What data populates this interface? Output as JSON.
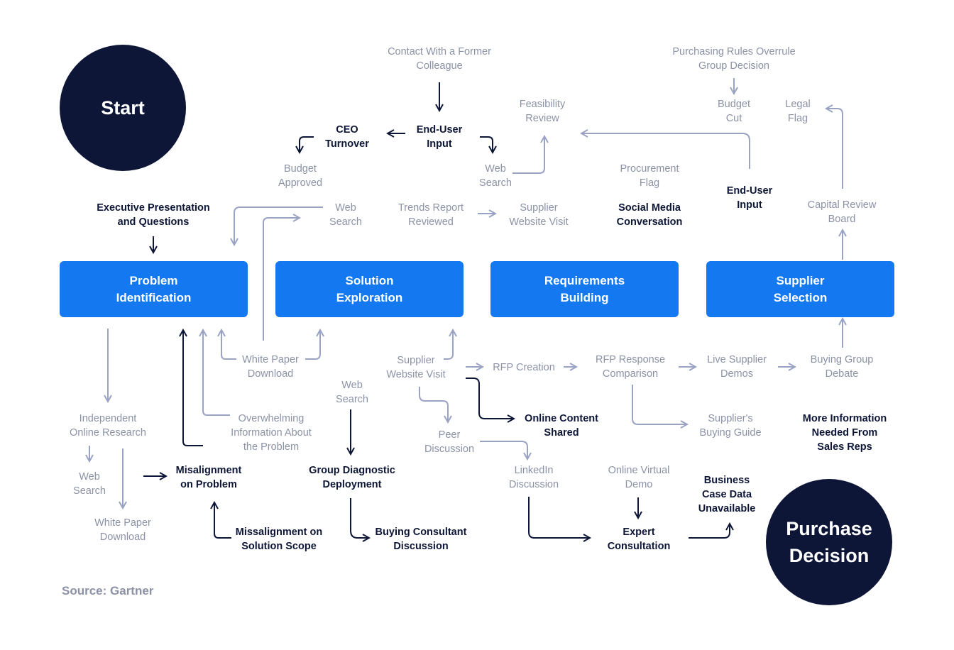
{
  "start": "Start",
  "end": "Purchase\nDecision",
  "source": "Source: Gartner",
  "stages": {
    "problem": "Problem\nIdentification",
    "solution": "Solution\nExploration",
    "requirements": "Requirements\nBuilding",
    "supplier": "Supplier\nSelection"
  },
  "nodes": {
    "contact_former_colleague": "Contact With a Former\nColleague",
    "end_user_input_top": "End-User\nInput",
    "ceo_turnover": "CEO\nTurnover",
    "budget_approved": "Budget\nApproved",
    "web_search_top_right": "Web\nSearch",
    "feasibility_review": "Feasibility\nReview",
    "exec_presentation": "Executive Presentation\nand Questions",
    "web_search_top_mid": "Web\nSearch",
    "trends_report": "Trends Report\nReviewed",
    "supplier_website_top": "Supplier\nWebsite Visit",
    "procurement_flag": "Procurement\nFlag",
    "social_media": "Social Media\nConversation",
    "purchasing_rules": "Purchasing Rules Overrule\nGroup Decision",
    "budget_cut": "Budget\nCut",
    "legal_flag": "Legal\nFlag",
    "end_user_input_right": "End-User\nInput",
    "capital_review": "Capital Review\nBoard",
    "white_paper_download_mid": "White Paper\nDownload",
    "supplier_website_mid": "Supplier\nWebsite Visit",
    "rfp_creation": "RFP Creation",
    "rfp_response": "RFP Response\nComparison",
    "live_supplier_demos": "Live Supplier\nDemos",
    "buying_group_debate": "Buying Group\nDebate",
    "independent_research": "Independent\nOnline Research",
    "overwhelming_info": "Overwhelming\nInformation About\nthe Problem",
    "web_search_mid": "Web\nSearch",
    "online_content_shared": "Online Content\nShared",
    "suppliers_buying_guide": "Supplier's\nBuying Guide",
    "more_info_needed": "More Information\nNeeded From\nSales Reps",
    "web_search_low": "Web\nSearch",
    "misalignment_problem": "Misalignment\non Problem",
    "peer_discussion": "Peer\nDiscussion",
    "group_diagnostic": "Group Diagnostic\nDeployment",
    "linkedin_discussion": "LinkedIn\nDiscussion",
    "online_virtual_demo": "Online Virtual\nDemo",
    "business_case": "Business\nCase Data\nUnavailable",
    "white_paper_download_low": "White Paper\nDownload",
    "misalignment_scope": "Missalignment on\nSolution Scope",
    "buying_consultant": "Buying Consultant\nDiscussion",
    "expert_consultation": "Expert\nConsultation"
  },
  "colors": {
    "navy": "#0d1636",
    "blue": "#1479f0",
    "gray": "#8c92a6",
    "arrow_light": "#9aa3c4"
  }
}
